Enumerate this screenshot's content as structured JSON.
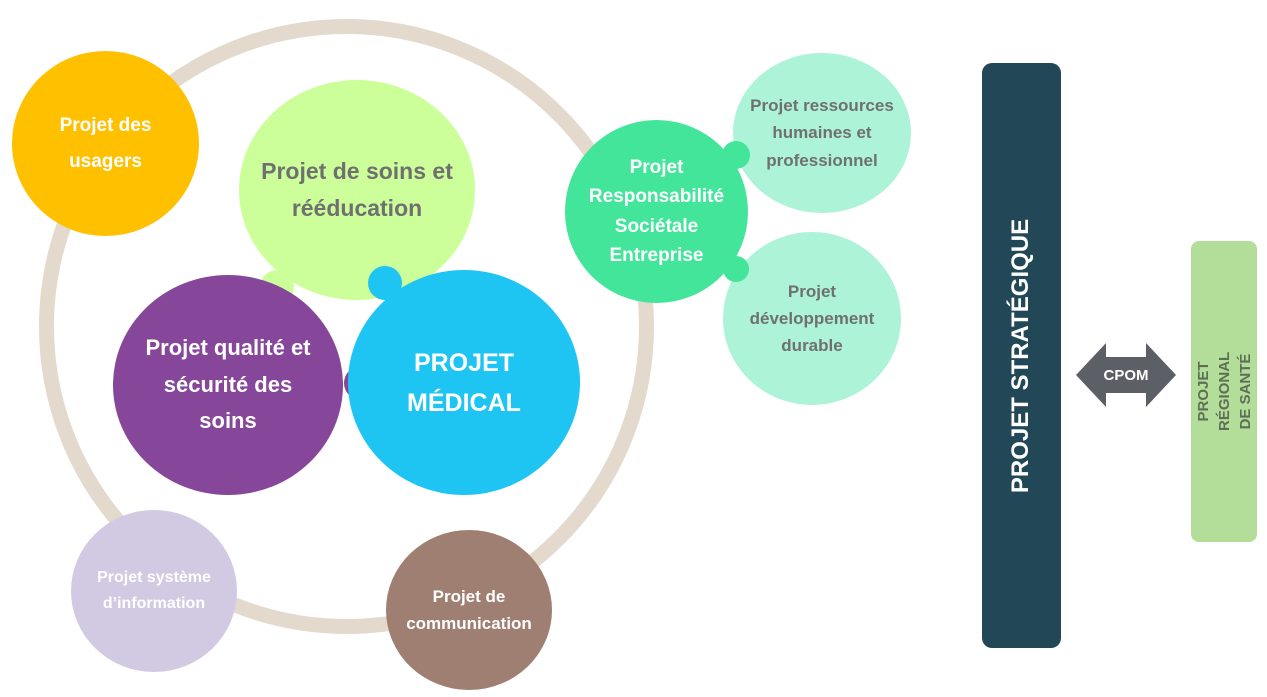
{
  "diagram": {
    "usagers": "Projet des usagers",
    "soins_reeducation": "Projet de soins et rééducation",
    "qualite_securite": "Projet qualité et sécurité des soins",
    "medical": "PROJET MÉDICAL",
    "rse": "Projet Responsabilité Sociétale Entreprise",
    "ressources_humaines": "Projet ressources humaines et professionnel",
    "developpement_durable": "Projet développement durable",
    "systeme_information": "Projet système d’information",
    "communication": "Projet de communication",
    "strategique": "PROJET STRATÉGIQUE",
    "cpom": "CPOM",
    "regional_sante": "PROJET RÉGIONAL DE SANTÉ"
  },
  "colors": {
    "ring": "#e3d9cc",
    "usagers": "#ffc000",
    "soins_reeducation": "#ccff99",
    "qualite_securite": "#86479a",
    "medical": "#1ec5f3",
    "rse": "#42e59a",
    "rh_and_dev": "#acf3d7",
    "systeme_information": "#d2c9e3",
    "communication": "#9e7f72",
    "strategique": "#224858",
    "regional_sante": "#b3de9a",
    "cpom_arrow": "#5c5f66"
  }
}
